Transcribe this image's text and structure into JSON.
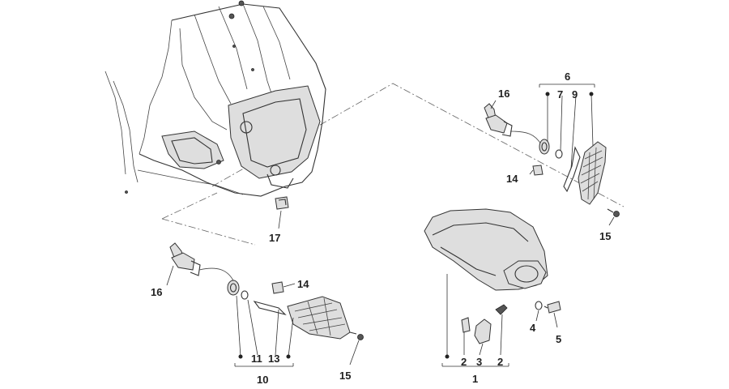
{
  "callouts": {
    "c1": "1",
    "c2a": "2",
    "c2b": "2",
    "c3": "3",
    "c4": "4",
    "c5": "5",
    "c6": "6",
    "c7": "7",
    "c9": "9",
    "c10": "10",
    "c11": "11",
    "c13": "13",
    "c14a": "14",
    "c14b": "14",
    "c15a": "15",
    "c15b": "15",
    "c16a": "16",
    "c16b": "16",
    "c17": "17"
  }
}
